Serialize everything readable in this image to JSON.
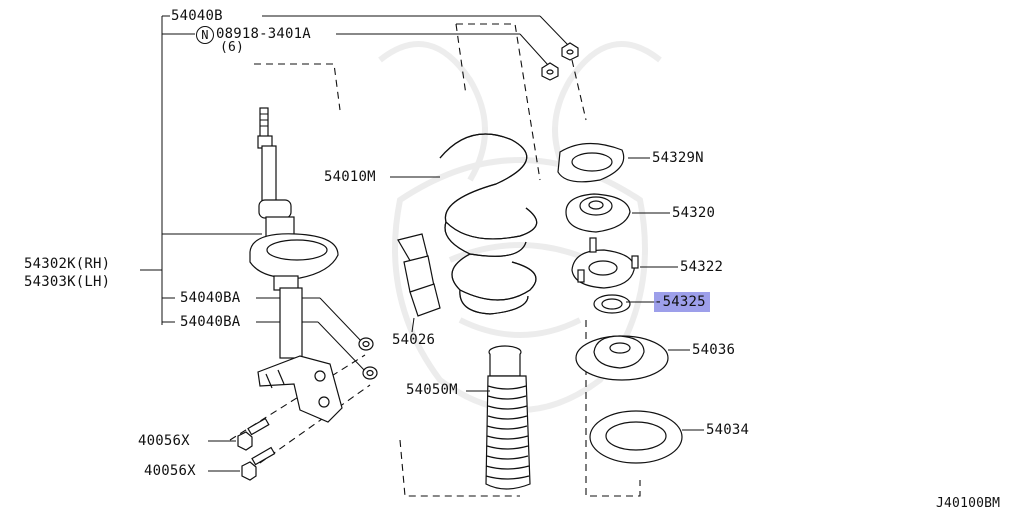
{
  "diagram": {
    "code": "J40100BM",
    "labels": {
      "p54040B": "54040B",
      "n_circle": "N",
      "p08918": "08918-3401A",
      "qty6": "(6)",
      "p54302K": "54302K(RH)",
      "p54303K": "54303K(LH)",
      "p54040BA_1": "54040BA",
      "p54040BA_2": "54040BA",
      "p40056X_1": "40056X",
      "p40056X_2": "40056X",
      "p54010M": "54010M",
      "p54026": "54026",
      "p54050M": "54050M",
      "p54329N": "54329N",
      "p54320": "54320",
      "p54322": "54322",
      "p54325": "-54325",
      "p54036": "54036",
      "p54034": "54034"
    },
    "highlight_part": "54325",
    "highlight_color": "#8c8ee6"
  }
}
